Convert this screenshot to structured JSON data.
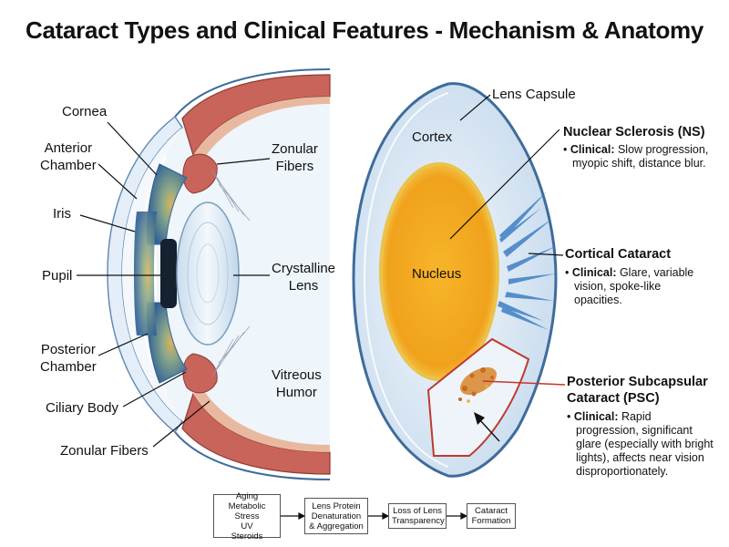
{
  "title": "Cataract Types and Clinical Features - Mechanism & Anatomy",
  "eye_labels": {
    "cornea": "Cornea",
    "anterior_chamber": [
      "Anterior",
      "Chamber"
    ],
    "iris": "Iris",
    "pupil": "Pupil",
    "posterior_chamber": [
      "Posterior",
      "Chamber"
    ],
    "ciliary_body": "Ciliary Body",
    "zonular_fibers_bottom": "Zonular Fibers",
    "zonular_fibers_top": [
      "Zonular",
      "Fibers"
    ],
    "crystalline_lens": [
      "Crystalline",
      "Lens"
    ],
    "vitreous_humor": [
      "Vitreous",
      "Humor"
    ]
  },
  "lens_labels": {
    "lens_capsule": "Lens Capsule",
    "cortex": "Cortex",
    "nucleus": "Nucleus"
  },
  "cataract_types": {
    "nuclear": {
      "heading": "Nuclear Sclerosis (NS)",
      "clinical_label": "Clinical:",
      "lines": [
        " Slow progression,",
        "myopic shift, distance blur."
      ]
    },
    "cortical": {
      "heading": "Cortical Cataract",
      "clinical_label": "Clinical:",
      "lines": [
        " Glare, variable",
        "vision, spoke-like",
        "opacities."
      ]
    },
    "psc": {
      "heading": [
        "Posterior Subcapsular",
        "Cataract (PSC)"
      ],
      "clinical_label": "Clinical:",
      "lines": [
        " Rapid",
        "progression, significant",
        "glare (especially with bright",
        "lights), affects near vision",
        "disproportionately."
      ]
    }
  },
  "flowchart": {
    "steps": [
      [
        "Aging",
        "Metabolic Stress",
        "UV",
        "Steroids"
      ],
      [
        "Lens Protein",
        "Denaturation",
        "& Aggregation"
      ],
      [
        "Loss of Lens",
        "Transparency"
      ],
      [
        "Cataract",
        "Formation"
      ]
    ]
  },
  "colors": {
    "sclera_red": "#c9645a",
    "iris_blue": "#4a7fb5",
    "nucleus_orange": "#f0a21c",
    "cortex_blue": "#dbe8f4",
    "psc_outline": "#c0392b",
    "capsule_blue": "#3e6c9c"
  }
}
